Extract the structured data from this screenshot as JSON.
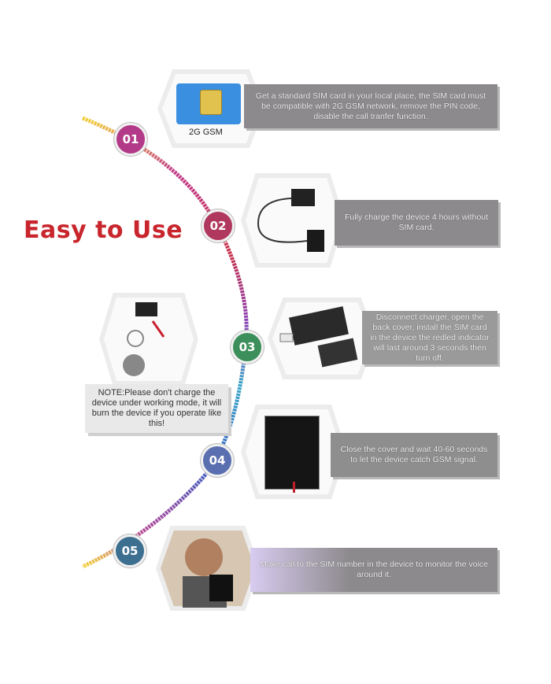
{
  "title": "Easy to Use",
  "steps": [
    {
      "number": "01",
      "color": "#b23a88",
      "text": "Get a standard SIM card in your local place, the SIM card must be compatible with 2G GSM network, remove the PIN code, disable the call tranfer function.",
      "image_label": "2G GSM"
    },
    {
      "number": "02",
      "color": "#b0375e",
      "text": "Fully charge the device 4 hours without SIM card."
    },
    {
      "number": "03",
      "color": "#3c8f5a",
      "text": "Disconnect charger, open the back cover, install the SIM card in the device the redled indicator will last around 3 seconds then turn off."
    },
    {
      "number": "04",
      "color": "#5a6fb0",
      "text": "Close the cover and wait 40-60 seconds to let the device catch GSM signal."
    },
    {
      "number": "05",
      "color": "#3d6f90",
      "text": "Make call to the SIM number in the device to monitor the voice around it."
    }
  ],
  "note": "NOTE:Please don't charge the device under working mode, it will burn the device if you operate like this!",
  "colors": {
    "title": "#c8252c",
    "bar": "#8d8a8d",
    "highlight": "#d8ccf0"
  },
  "icons": [
    "sim-card-icon",
    "charger-icon",
    "device-install-icon",
    "device-icon",
    "person-calling-icon"
  ]
}
